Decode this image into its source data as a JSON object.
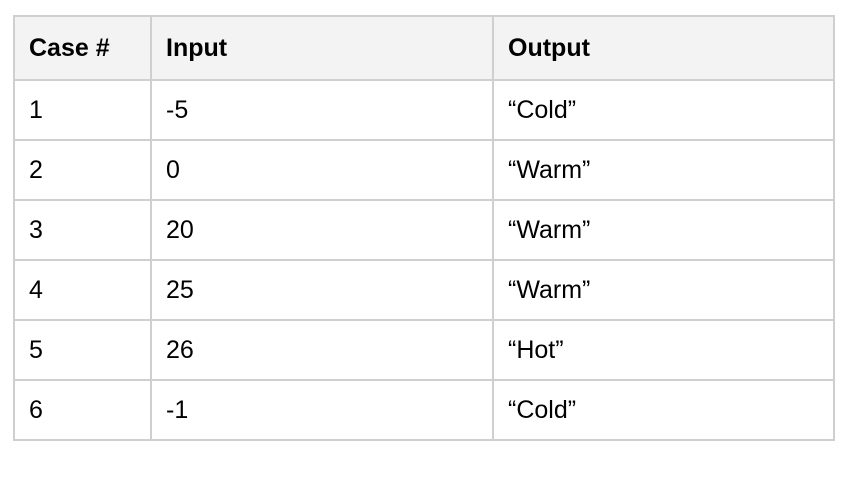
{
  "table": {
    "headers": [
      "Case #",
      "Input",
      "Output"
    ],
    "rows": [
      [
        "1",
        "-5",
        "“Cold”"
      ],
      [
        "2",
        "0",
        "“Warm”"
      ],
      [
        "3",
        "20",
        "“Warm”"
      ],
      [
        "4",
        "25",
        "“Warm”"
      ],
      [
        "5",
        "26",
        "“Hot”"
      ],
      [
        "6",
        "-1",
        "“Cold”"
      ]
    ]
  },
  "colors": {
    "border": "#cfcfcf",
    "header_bg": "#f3f3f3",
    "text": "#000000"
  }
}
